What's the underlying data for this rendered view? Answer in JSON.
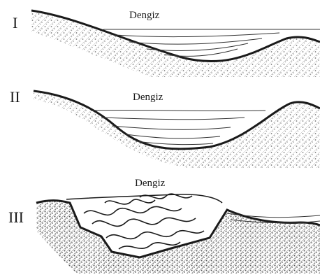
{
  "panels": [
    {
      "numeral": "I",
      "sea_label": "Dengiz"
    },
    {
      "numeral": "II",
      "sea_label": "Dengiz"
    },
    {
      "numeral": "III",
      "sea_label": "Dengiz"
    }
  ],
  "colors": {
    "ink": "#1a1a1a",
    "stipple": "#7a7a7a",
    "background": "#ffffff"
  }
}
